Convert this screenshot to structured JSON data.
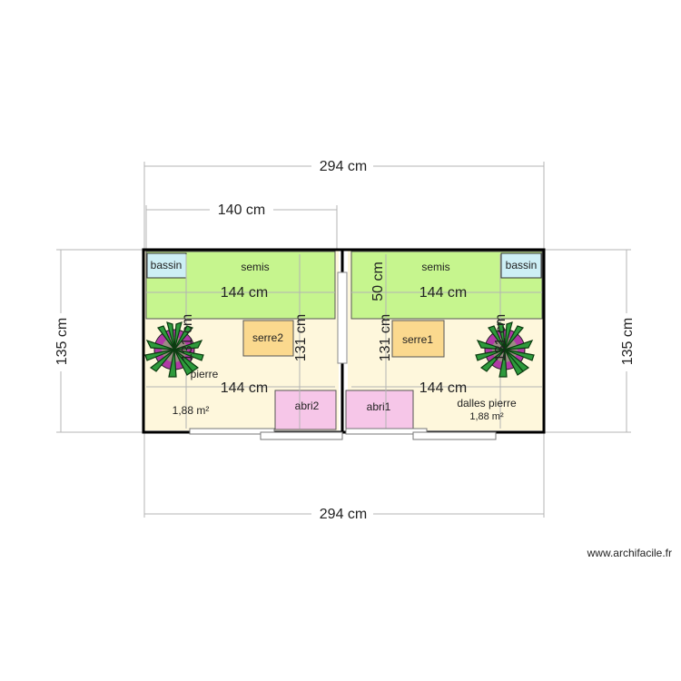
{
  "plan": {
    "dim_top_total": "294 cm",
    "dim_bottom_total": "294 cm",
    "dim_top_partial": "140 cm",
    "dim_left_height": "135 cm",
    "dim_right_height": "135 cm",
    "dim_inner_144_a": "144 cm",
    "dim_inner_144_b": "144 cm",
    "dim_inner_144_c": "144 cm",
    "dim_inner_144_d": "144 cm",
    "dim_inner_131_a": "131 cm",
    "dim_inner_131_b": "131 cm",
    "dim_inner_50": "50 cm",
    "dim_inner_131_left_plant": "131 cm",
    "dim_inner_131_right_plant": "131 cm",
    "rooms": {
      "bassin_left": "bassin",
      "bassin_right": "bassin",
      "semis_left": "semis",
      "semis_right": "semis",
      "serre_left": "serre2",
      "serre_right": "serre1",
      "abri_left": "abri2",
      "abri_right": "abri1",
      "floor_left_label": "pierre",
      "floor_left_area": "1,88 m²",
      "floor_right_label": "dalles pierre",
      "floor_right_area": "1,88 m²"
    },
    "colors": {
      "semis": "#c6f58e",
      "floor": "#fef7dc",
      "bassin": "#cdeff5",
      "serre": "#fbd98e",
      "abri": "#f6c6e8",
      "wall": "#000000"
    }
  },
  "footer": {
    "credit": "www.archifacile.fr"
  }
}
